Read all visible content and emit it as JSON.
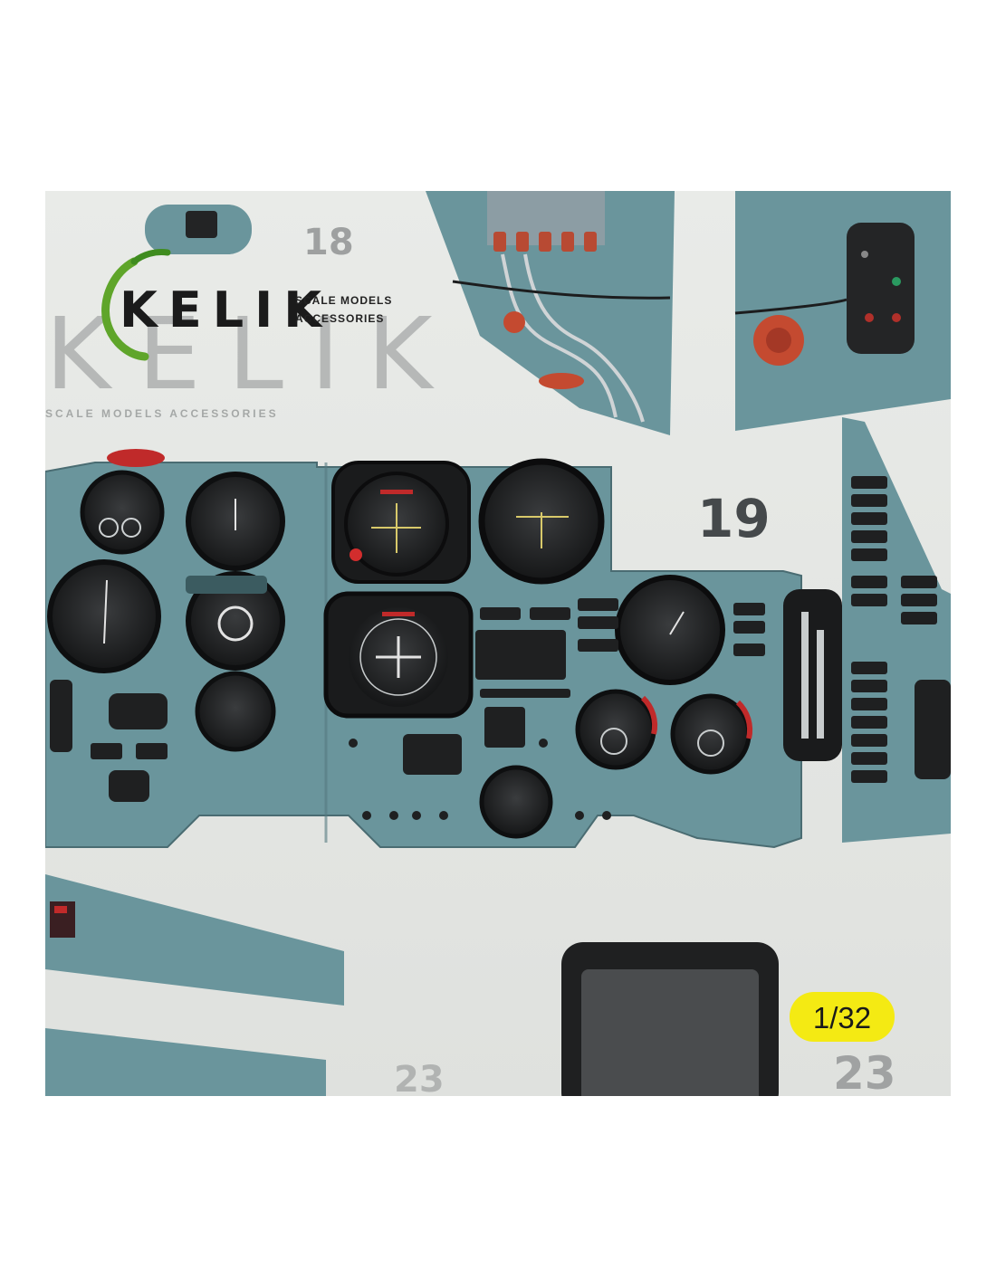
{
  "brand": {
    "name": "KELIK",
    "tagline_line1": "SCALE MODELS",
    "tagline_line2": "ACCESSORIES",
    "mark_color": "#5fa52a"
  },
  "sheet": {
    "part_numbers": [
      "18",
      "19",
      "23"
    ],
    "background_print": "KELIK",
    "background_tagline": "SCALE MODELS ACCESSORIES"
  },
  "scale_badge": {
    "label": "1/32",
    "color": "#f4ea13"
  },
  "colors": {
    "panel": "#6a959c",
    "decal_paper": "#e4e6e3",
    "instrument": "#1c1d1e",
    "accent_red": "#c8312b"
  }
}
